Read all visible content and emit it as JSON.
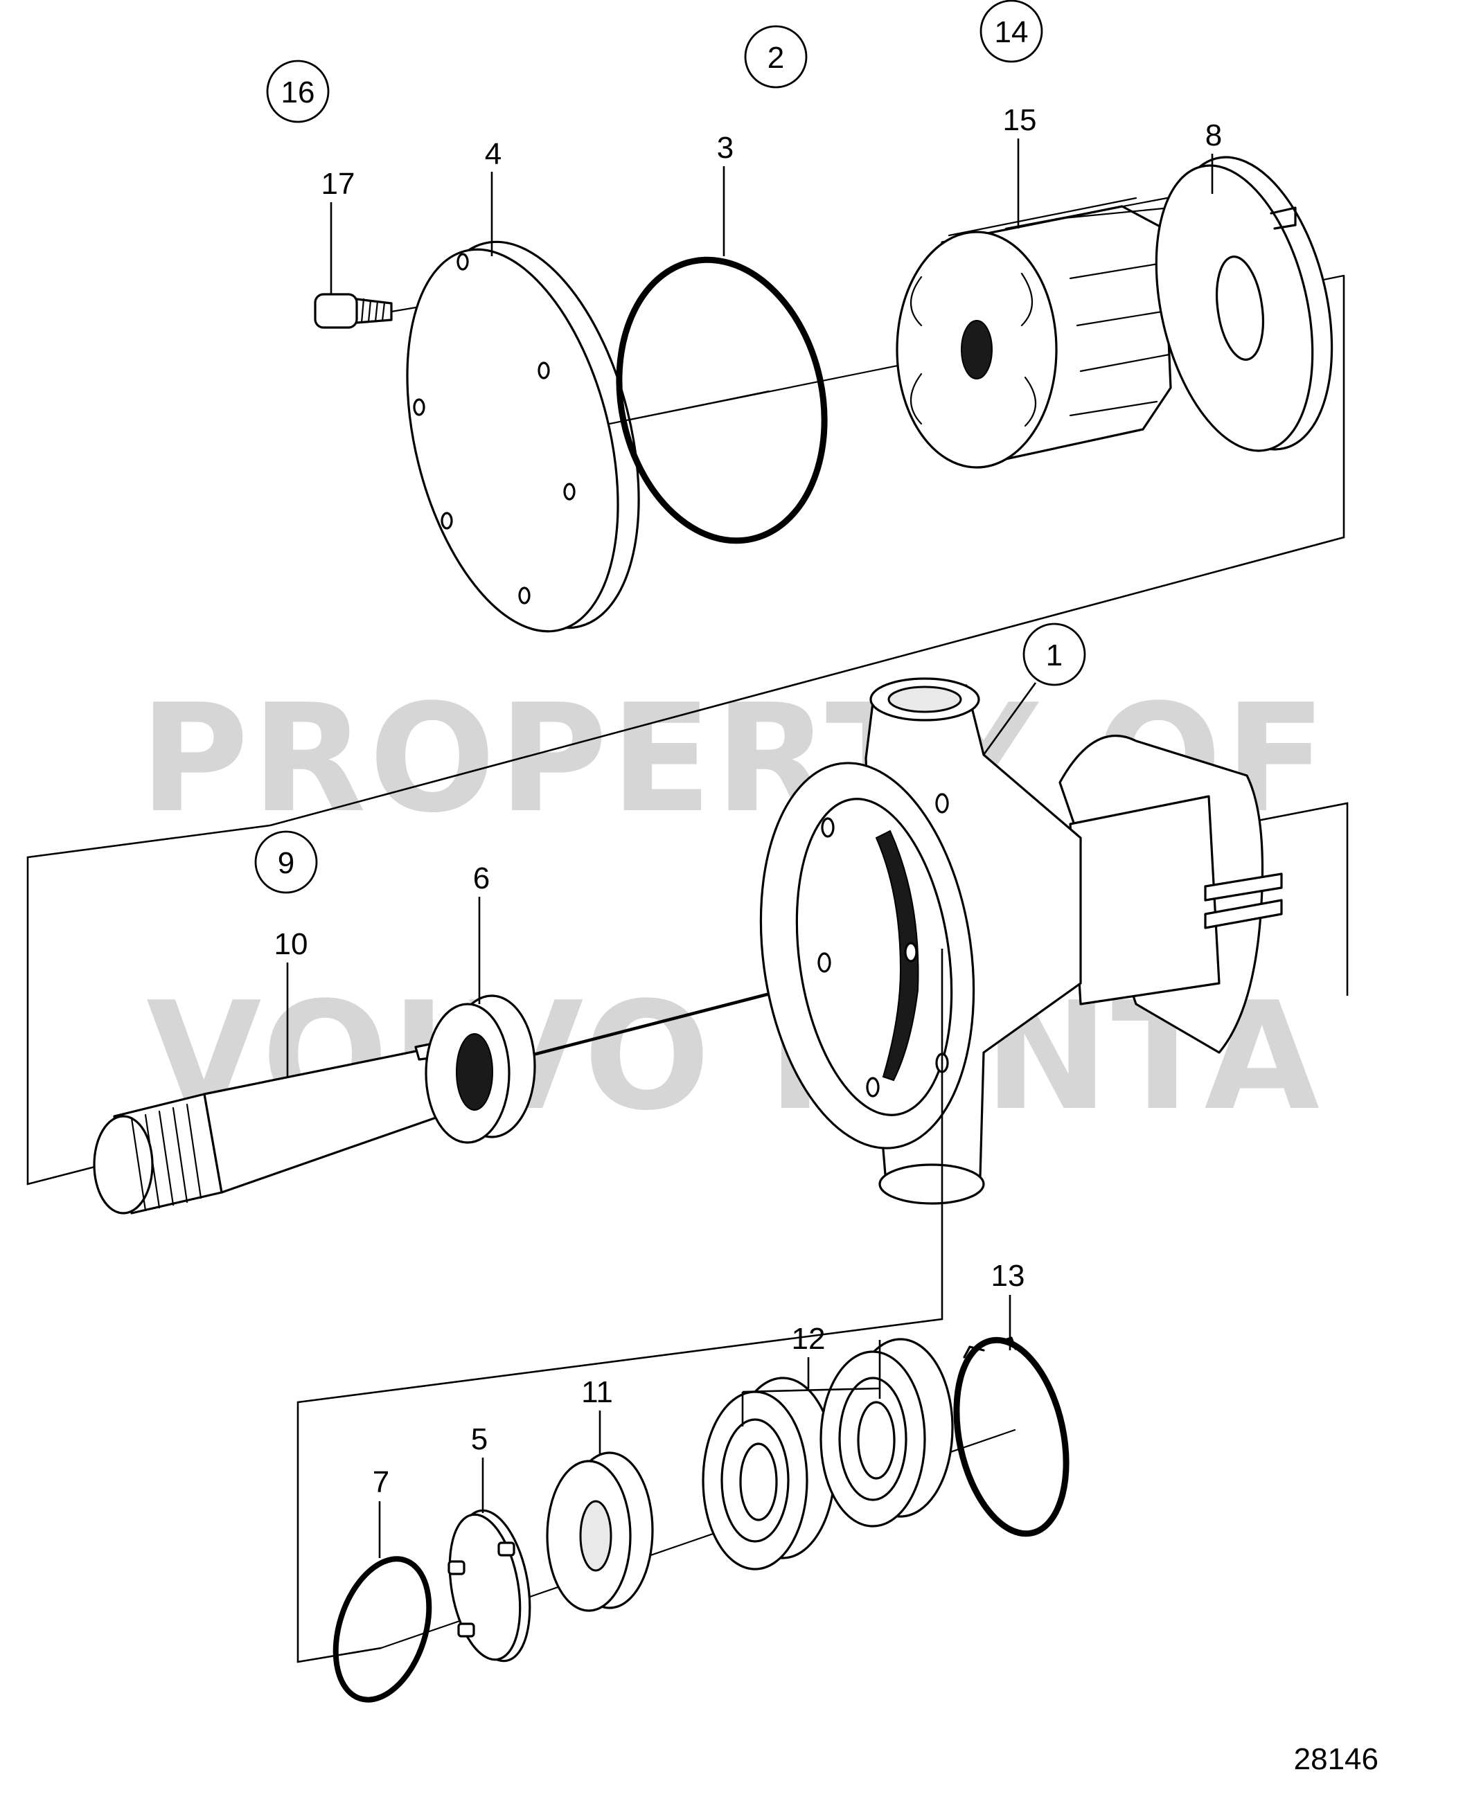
{
  "callouts": {
    "c1": "1",
    "c2": "2",
    "c3": "3",
    "c4": "4",
    "c5": "5",
    "c6": "6",
    "c7": "7",
    "c8": "8",
    "c9": "9",
    "c10": "10",
    "c11": "11",
    "c12": "12",
    "c13": "13",
    "c14": "14",
    "c15": "15",
    "c16": "16",
    "c17": "17"
  },
  "watermark": {
    "line1": "PROPERTY OF",
    "line2": "VOLVO PENTA"
  },
  "reference_number": "28146"
}
